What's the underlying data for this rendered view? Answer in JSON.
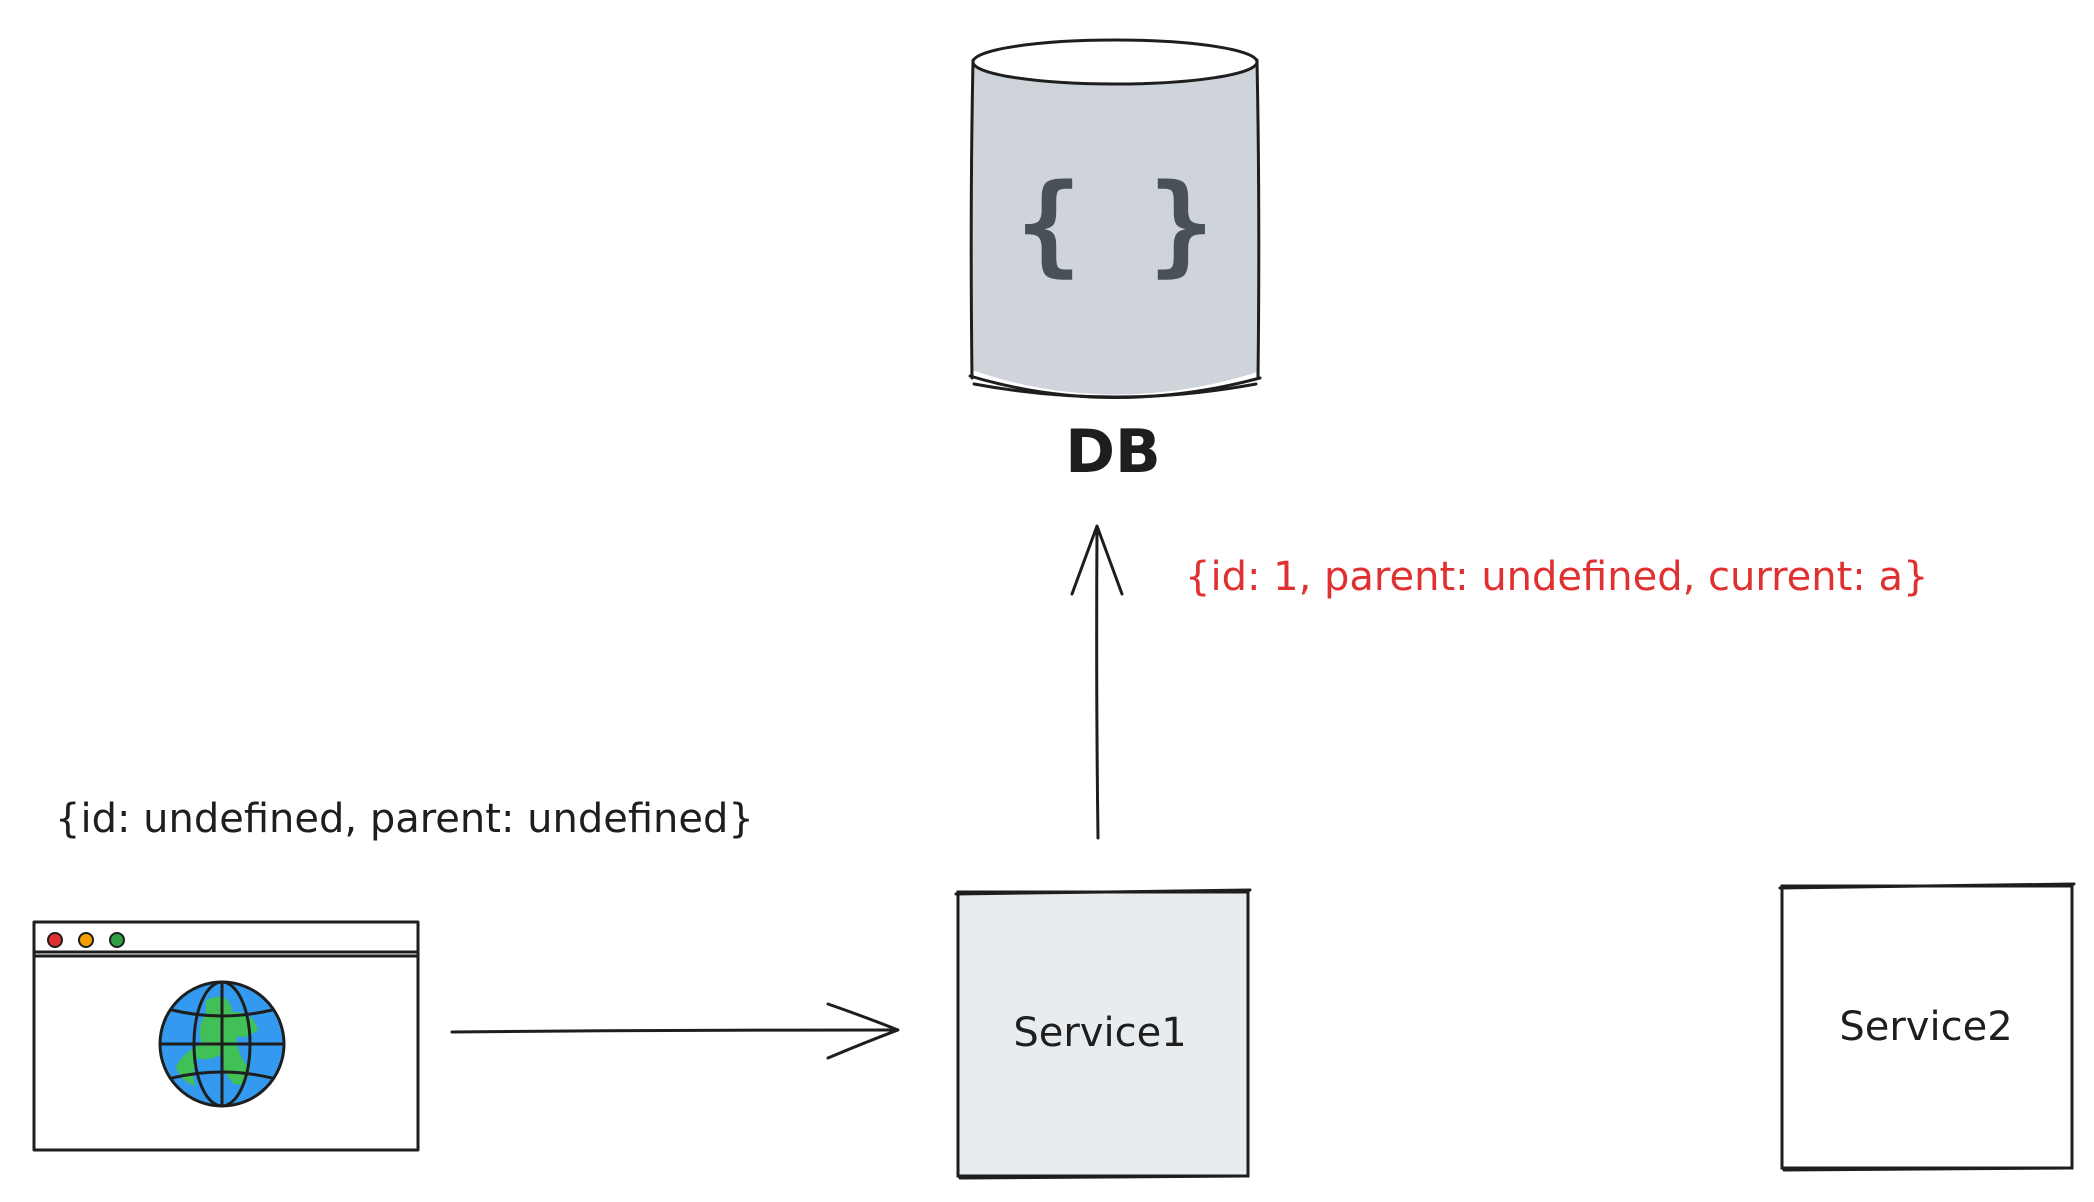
{
  "db": {
    "label": "DB",
    "icon": "json-braces-icon",
    "icon_glyph": "{ }",
    "fill": "#ced4da",
    "icon_color": "#495057"
  },
  "client": {
    "icon": "globe-icon",
    "window_dots": [
      "#e03131",
      "#f59f00",
      "#2f9e44"
    ],
    "globe_ocean": "#339af0",
    "globe_land": "#40c057"
  },
  "service1": {
    "label": "Service1",
    "fill": "#e9ecef"
  },
  "service2": {
    "label": "Service2",
    "fill": "#ffffff"
  },
  "notes": {
    "request_payload": "{id: undefined, parent: undefined}",
    "db_payload": "{id: 1, parent: undefined, current: a}",
    "db_payload_color": "#e03131"
  }
}
